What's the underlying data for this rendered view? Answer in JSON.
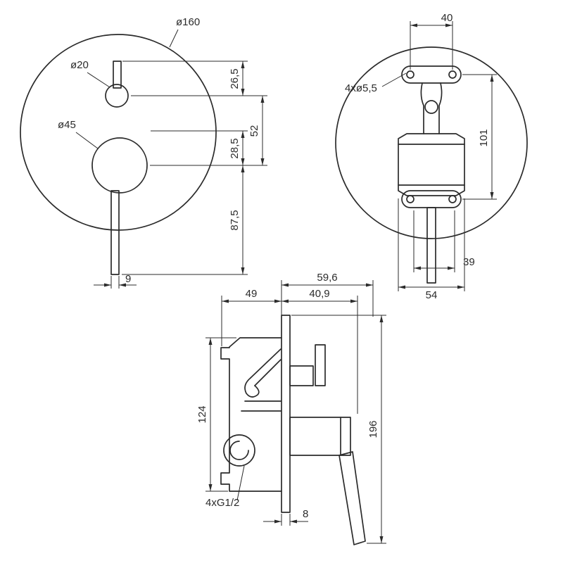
{
  "page": {
    "background": "#ffffff",
    "line_color": "#2b2b2b"
  },
  "front_view": {
    "outer_dia": "ø160",
    "knob_dia": "ø20",
    "dial_dia": "ø45",
    "dim_26_5": "26,5",
    "dim_52": "52",
    "dim_28_5": "28,5",
    "dim_87_5": "87,5",
    "dim_9": "9"
  },
  "back_view": {
    "dim_40": "40",
    "holes_callout": "4xø5,5",
    "dim_101": "101",
    "dim_39": "39",
    "dim_54": "54"
  },
  "side_view": {
    "dim_59_6": "59,6",
    "dim_49": "49",
    "dim_40_9": "40,9",
    "dim_124": "124",
    "dim_196": "196",
    "dim_8": "8",
    "thread_callout": "4xG1/2"
  }
}
